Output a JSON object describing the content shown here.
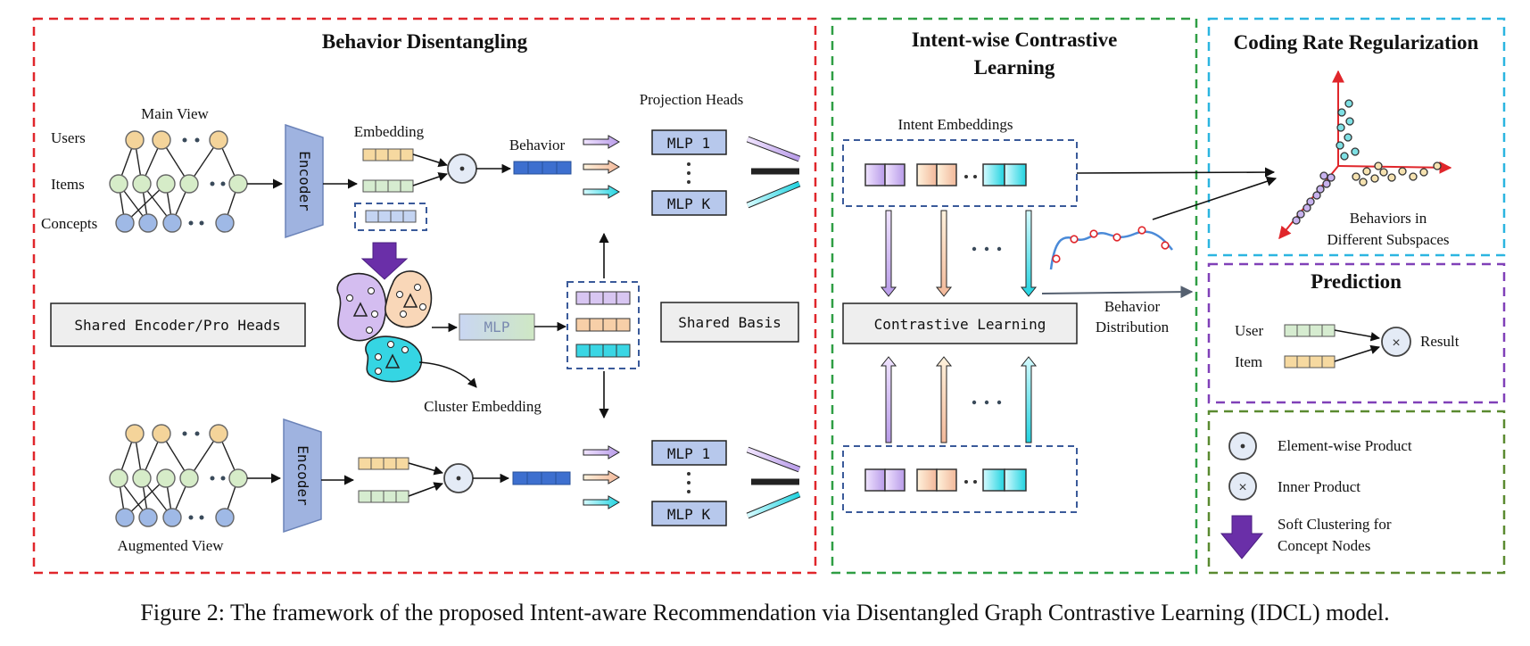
{
  "sections": {
    "behavior_disentangling": "Behavior Disentangling",
    "intent_contrastive": [
      "Intent-wise Contrastive",
      "Learning"
    ],
    "coding_rate": "Coding Rate Regularization",
    "prediction": "Prediction"
  },
  "labels": {
    "main_view": "Main View",
    "augmented_view": "Augmented View",
    "users": "Users",
    "items": "Items",
    "concepts": "Concepts",
    "encoder": "Encoder",
    "embedding": "Embedding",
    "behavior": "Behavior",
    "projection_heads": "Projection Heads",
    "mlp1": "MLP 1",
    "mlpk": "MLP K",
    "mlp": "MLP",
    "cluster_embedding": "Cluster Embedding",
    "shared_encoder": "Shared Encoder/Pro Heads",
    "shared_basis": "Shared Basis",
    "intent_embeddings": "Intent Embeddings",
    "contrastive_learning": "Contrastive Learning",
    "behavior_distribution": [
      "Behavior",
      "Distribution"
    ],
    "behaviors_subspaces": [
      "Behaviors in",
      "Different Subspaces"
    ],
    "user": "User",
    "item": "Item",
    "result": "Result"
  },
  "legend": {
    "elementwise": "Element-wise Product",
    "inner": "Inner Product",
    "soft_clustering": [
      "Soft Clustering for",
      "Concept Nodes"
    ]
  },
  "colors": {
    "red_dash": "#e0262b",
    "green_dash": "#2f9e44",
    "cyan_dash": "#2bb5e0",
    "purple_dash": "#8040b8",
    "olive_dash": "#5a8a30",
    "encoder_fill": "#9fb3e0",
    "mlp_fill": "#b7c8ec",
    "behavior_blue": "#3d6fcf",
    "user_node": "#f4d49a",
    "item_node": "#d6ecc8",
    "concept_node": "#9fb9e6",
    "purple_arrow": "#6a2fa8"
  },
  "caption": "Figure 2: The framework of the proposed Intent-aware Recommendation via Disentangled Graph Contrastive Learning (IDCL) model."
}
